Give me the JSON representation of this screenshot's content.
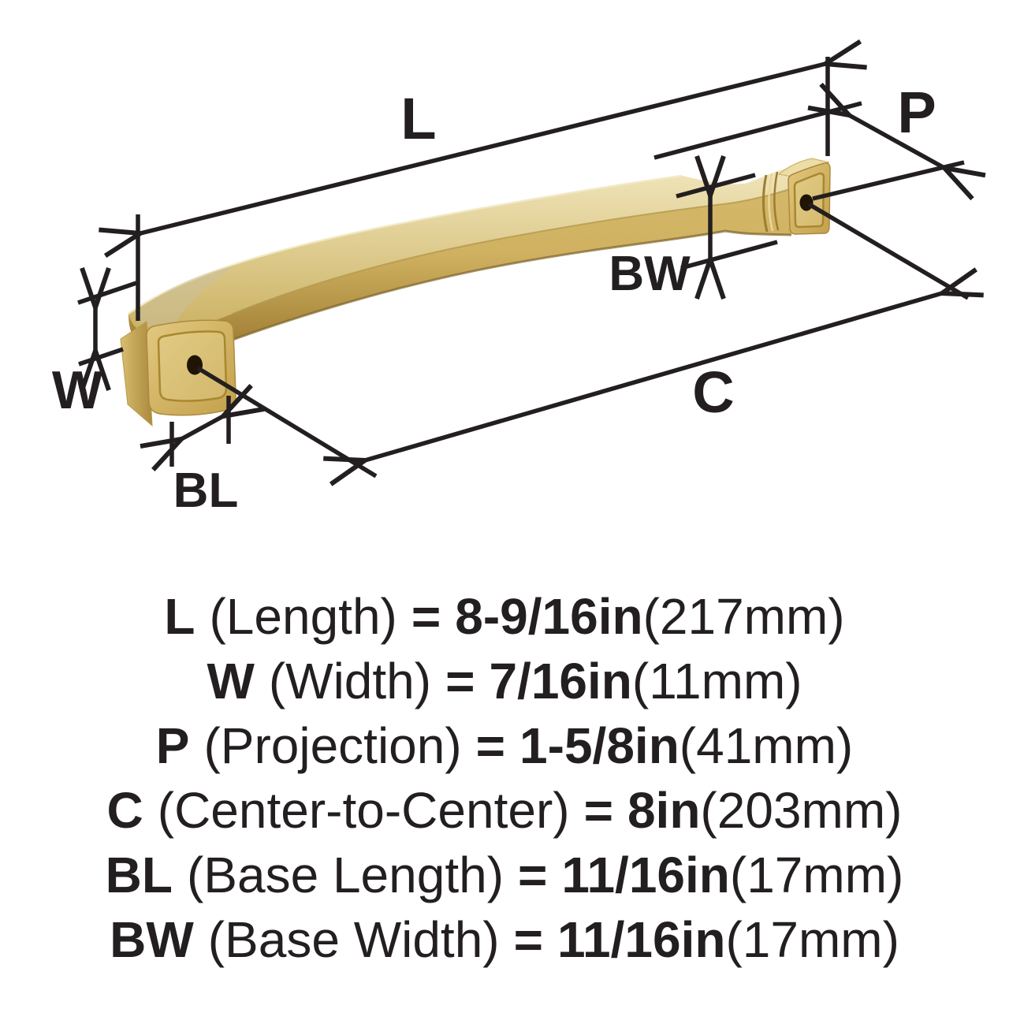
{
  "diagram": {
    "labels": {
      "length": "L",
      "projection": "P",
      "base_width": "BW",
      "width": "W",
      "center_to_center": "C",
      "base_length": "BL"
    },
    "colors": {
      "line": "#231f20",
      "background": "#ffffff",
      "gold_highlight": "#f0e5bb",
      "gold_light": "#e2c87f",
      "gold_mid": "#d0b262",
      "gold_dark": "#8a6d2d",
      "screw_hole": "#201404"
    }
  },
  "specs": {
    "items": [
      {
        "symbol": "L",
        "name": "(Length)",
        "eq": "=",
        "imperial": "8-9/16in",
        "metric": "(217mm)"
      },
      {
        "symbol": "W",
        "name": "(Width)",
        "eq": "=",
        "imperial": "7/16in",
        "metric": "(11mm)"
      },
      {
        "symbol": "P",
        "name": "(Projection)",
        "eq": "=",
        "imperial": "1-5/8in",
        "metric": "(41mm)"
      },
      {
        "symbol": "C",
        "name": "(Center-to-Center)",
        "eq": "=",
        "imperial": "8in",
        "metric": "(203mm)"
      },
      {
        "symbol": "BL",
        "name": "(Base Length)",
        "eq": "=",
        "imperial": "11/16in",
        "metric": "(17mm)"
      },
      {
        "symbol": "BW",
        "name": "(Base Width)",
        "eq": "=",
        "imperial": "11/16in",
        "metric": "(17mm)"
      }
    ]
  }
}
